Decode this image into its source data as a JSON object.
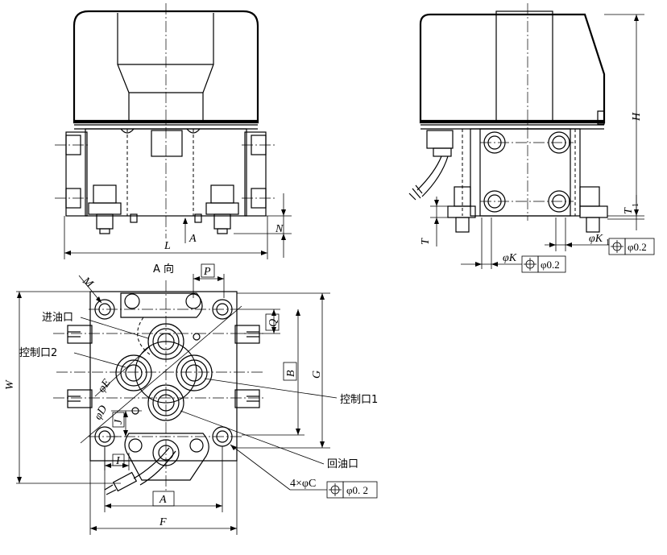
{
  "front_view": {
    "dim_L": "L",
    "dim_N": "N",
    "arrow_A": "A"
  },
  "side_view": {
    "dim_H": "H",
    "dim_T1": "T",
    "dim_T1_sub": "1",
    "dim_T": "T",
    "dim_K": "φK",
    "dim_K1": "φK",
    "dim_K1_sub": "1",
    "tol_K": "φ0.2",
    "tol_K1": "φ0.2"
  },
  "bottom_view": {
    "view_title": "A 向",
    "dim_P": "P",
    "dim_M": "M",
    "dim_Q": "Q",
    "dim_B": "B",
    "dim_G": "G",
    "dim_W": "W",
    "dim_E": "φE",
    "dim_D": "φD",
    "dim_J": "J",
    "dim_I": "I",
    "dim_A": "A",
    "dim_F": "F",
    "holes_label": "4×φC",
    "holes_tol": "φ0. 2",
    "port_inlet": "进油口",
    "port_control2": "控制口2",
    "port_control1": "控制口1",
    "port_return": "回油口"
  }
}
